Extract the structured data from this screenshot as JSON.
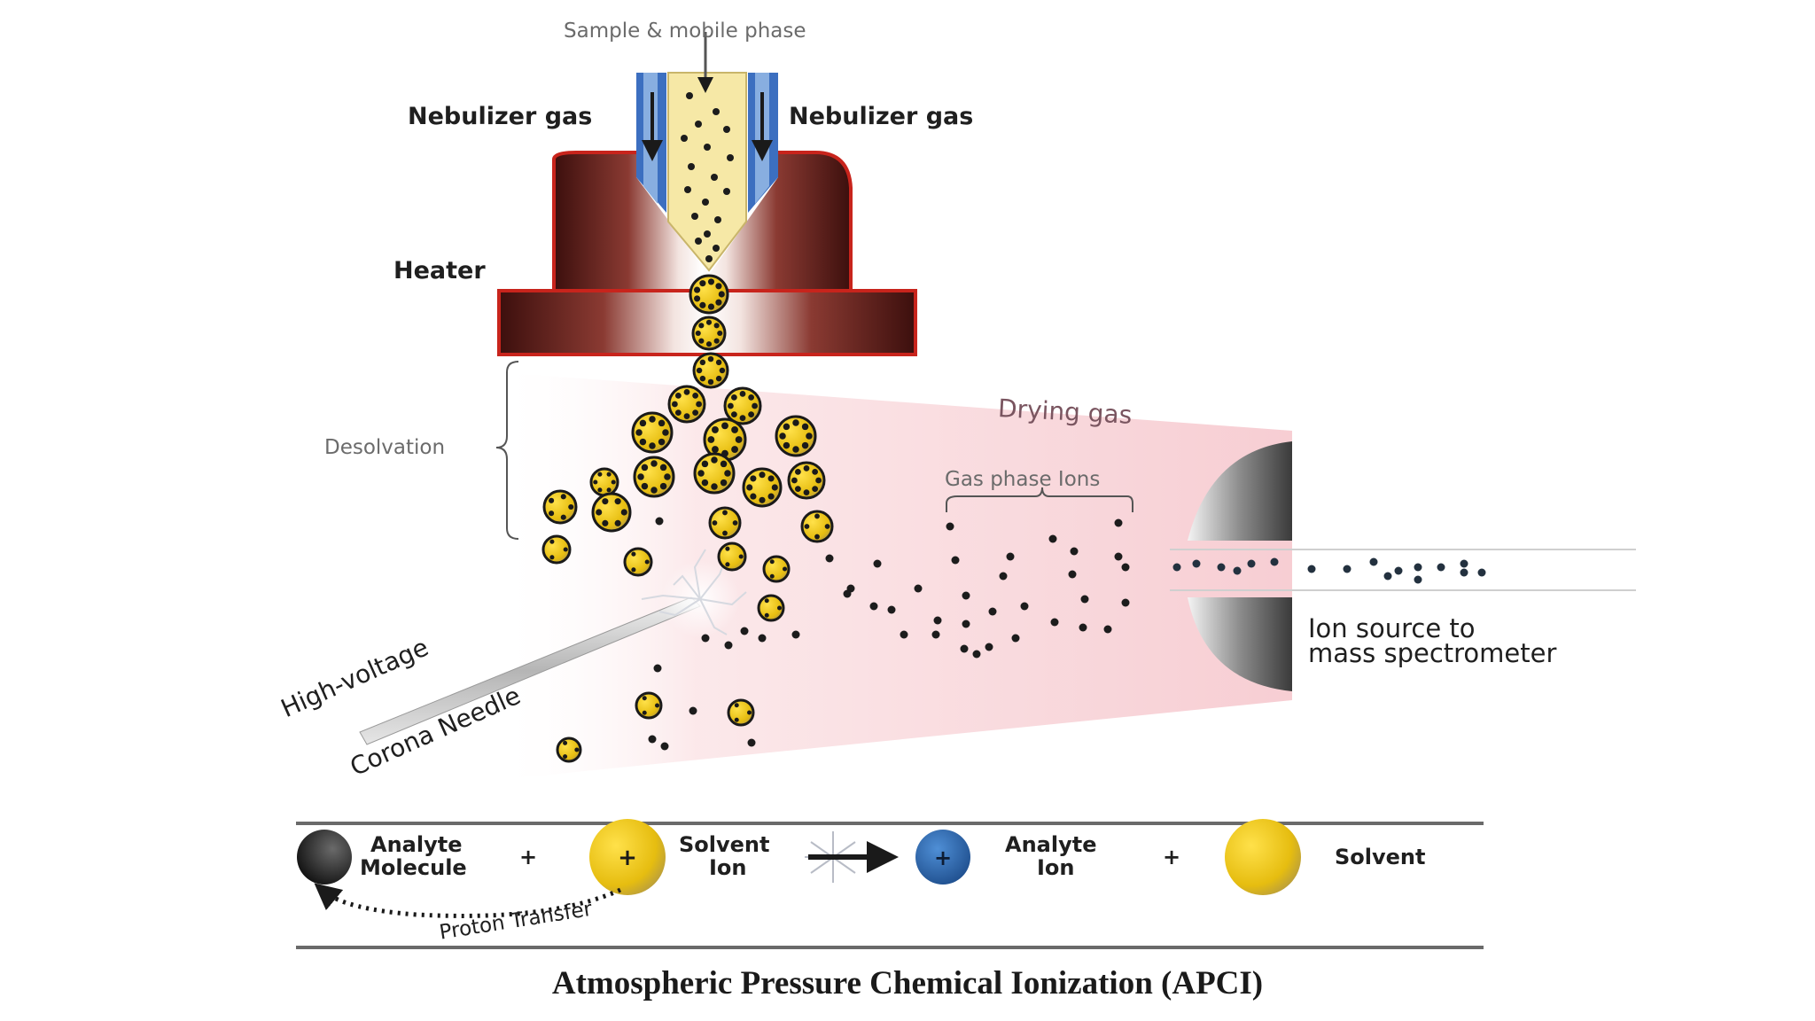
{
  "labels": {
    "sample": "Sample & mobile phase",
    "nebulizer_left": "Nebulizer gas",
    "nebulizer_right": "Nebulizer gas",
    "heater": "Heater",
    "desolvation": "Desolvation",
    "drying_gas": "Drying gas",
    "gas_phase_ions": "Gas phase Ions",
    "ion_source_line1": "Ion source to",
    "ion_source_line2": "mass spectrometer",
    "needle_line1": "High-voltage",
    "needle_line2": "Corona Needle"
  },
  "legend": {
    "analyte_molecule_1": "Analyte",
    "analyte_molecule_2": "Molecule",
    "plus_1": "+",
    "solvent_ion_1": "Solvent",
    "solvent_ion_2": "Ion",
    "analyte_ion_1": "Analyte",
    "analyte_ion_2": "Ion",
    "plus_2": "+",
    "solvent": "Solvent",
    "proton_transfer": "Proton Transfer"
  },
  "caption": "Atmospheric Pressure Chemical Ionization (APCI)",
  "colors": {
    "heater_dark": "#4a1512",
    "heater_border": "#c8241c",
    "nebulizer_blue": "#2f62b8",
    "sample_cream": "#f4e6a0",
    "droplet_yellow": "#e8c417",
    "dot_dark": "#1c1c1c",
    "drying_zone": "#f7d4d8",
    "ion_blue": "#2f6fb3"
  }
}
